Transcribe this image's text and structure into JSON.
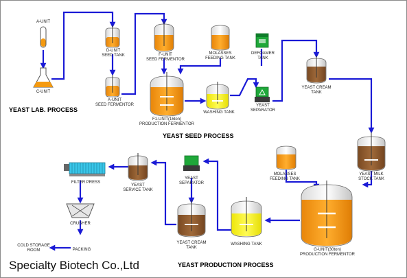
{
  "company": "Specialty Biotech Co.,Ltd",
  "sections": {
    "lab": "YEAST LAB. PROCESS",
    "seed": "YEAST SEED PROCESS",
    "production": "YEAST PRODUCTION PROCESS"
  },
  "labels": {
    "a_unit": "A-UNIT",
    "c_unit": "C-UNIT",
    "d_unit_l1": "D-UNIT",
    "d_unit_l2": "SEED TANK",
    "a_unit_seed_l1": "A-UNIT",
    "a_unit_seed_l2": "SEED FERMENTOR",
    "f_unit_l1": "F-UNIT",
    "f_unit_l2": "SEED FERMENTOR",
    "molasses_top_l1": "MOLASSES",
    "molasses_top_l2": "FEEDING TANK",
    "defoamer_l1": "DEFOAMER",
    "defoamer_l2": "TANK",
    "f1_l1": "F1-UNIT(15ton)",
    "f1_l2": "PRODUCTION FERMENTOR",
    "washing_top": "WASHING TANK",
    "separator_top_l1": "YEAST",
    "separator_top_l2": "SEPARATOR",
    "cream_top_l1": "YEAST CREAM",
    "cream_top_l2": "TANK",
    "milk_l1": "YEAST MILK",
    "milk_l2": "STOCK TANK",
    "molasses_bot_l1": "MOLASSES",
    "molasses_bot_l2": "FEEDING TANK",
    "g_unit_l1": "G-UNIT(30ton)",
    "g_unit_l2": "PRODUCTION FERMENTOR",
    "washing_bot": "WASHING TANK",
    "cream_bot_l1": "YEAST CREAM",
    "cream_bot_l2": "TANK",
    "separator_bot_l1": "YEAST",
    "separator_bot_l2": "SEPARATOR",
    "service_l1": "YEAST",
    "service_l2": "SERVICE TANK",
    "filter_press": "FILTER PRESS",
    "crusher": "CRUSHER",
    "packing": "PACKING",
    "cold_l1": "COLD STORAGE",
    "cold_l2": "ROOM"
  },
  "colors": {
    "flow": "#1a1ad6",
    "orange_liquid": "#f59a10",
    "brown_liquid": "#8c5a2e",
    "yellow_liquid": "#f7f21f",
    "green_cap": "#1fa83a",
    "filter_blue": "#39c6e8"
  }
}
